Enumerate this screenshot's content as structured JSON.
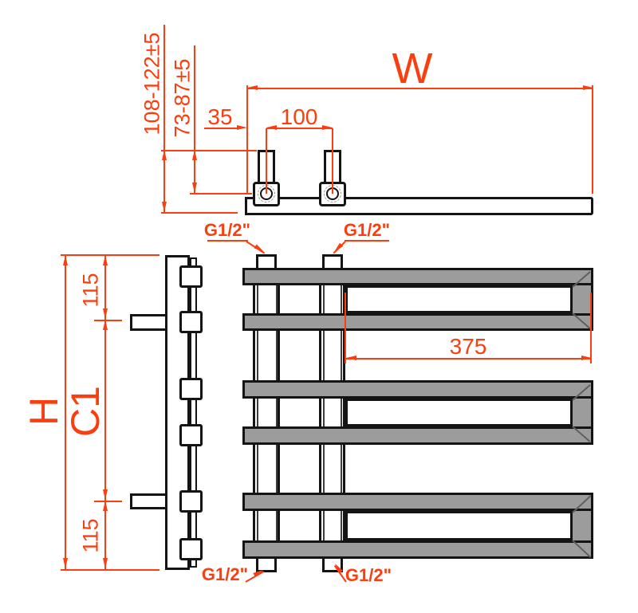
{
  "colors": {
    "dimension": "#fb3e0f",
    "outline": "#141414",
    "rail_fill": "#9c9c9c",
    "miter": "#5f5f5f",
    "background": "#ffffff"
  },
  "dimensions": {
    "width": "W",
    "height": "H",
    "center_distance": "C1",
    "wall_clearance_outer": "108-122±5",
    "wall_clearance_inner": "73-87±5",
    "valve_offset": "35",
    "valve_spacing": "100",
    "rail_clear_length": "375",
    "bracket_offset_top": "115",
    "bracket_offset_bottom": "115"
  },
  "connections": {
    "top_left": "G1/2\"",
    "top_right": "G1/2\"",
    "bottom_left": "G1/2\"",
    "bottom_right": "G1/2\""
  }
}
